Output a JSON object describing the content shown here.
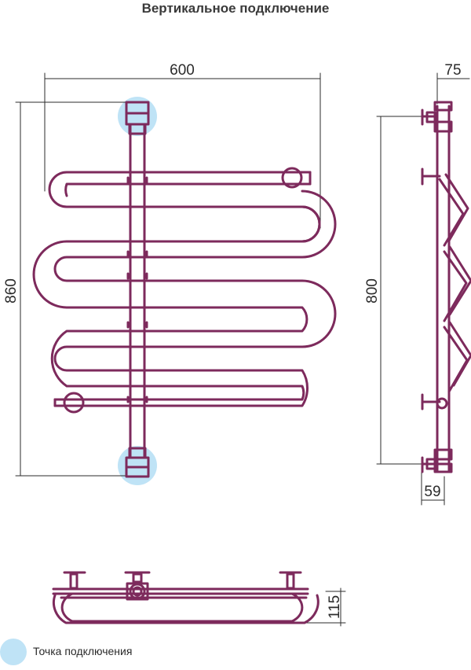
{
  "title": "Вертикальное подключение",
  "dimensions": {
    "width": "600",
    "height": "860",
    "side_depth": "75",
    "center_distance": "800",
    "offset": "59",
    "top_depth": "115"
  },
  "legend": {
    "label": "Точка подключения"
  },
  "colors": {
    "pipe": "#7d2a5c",
    "dimension": "#2b2b2b",
    "connection_point": "#bfe3f6"
  }
}
